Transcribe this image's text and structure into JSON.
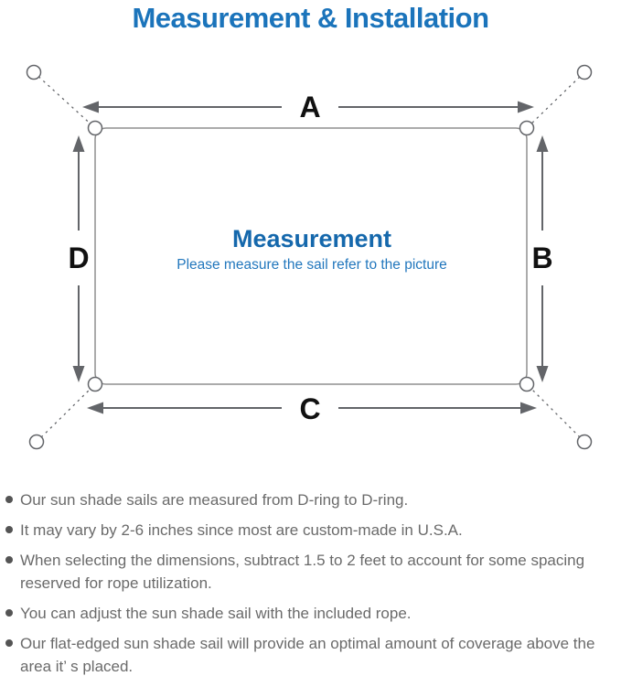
{
  "title": "Measurement & Installation",
  "colors": {
    "title_blue": "#1b74bb",
    "center_heading_blue": "#1568ac",
    "center_subtitle_blue": "#2277bd",
    "diagram_gray": "#636569",
    "sail_outline_gray": "#8f8f8f",
    "note_text_gray": "#6a6a6a"
  },
  "diagram": {
    "dimension_labels": {
      "top": "A",
      "right": "B",
      "bottom": "C",
      "left": "D"
    },
    "center_title": "Measurement",
    "center_subtitle": "Please measure the sail refer to the picture"
  },
  "notes": [
    "Our sun shade sails are measured from D-ring to D-ring.",
    "It may vary by 2-6 inches since most are custom-made in U.S.A.",
    "When selecting the dimensions, subtract 1.5 to 2 feet to account for some spacing reserved for rope utilization.",
    "You can adjust the sun shade sail with the included rope.",
    "Our flat-edged sun shade sail will provide an optimal amount of coverage above the area it’ s placed."
  ]
}
